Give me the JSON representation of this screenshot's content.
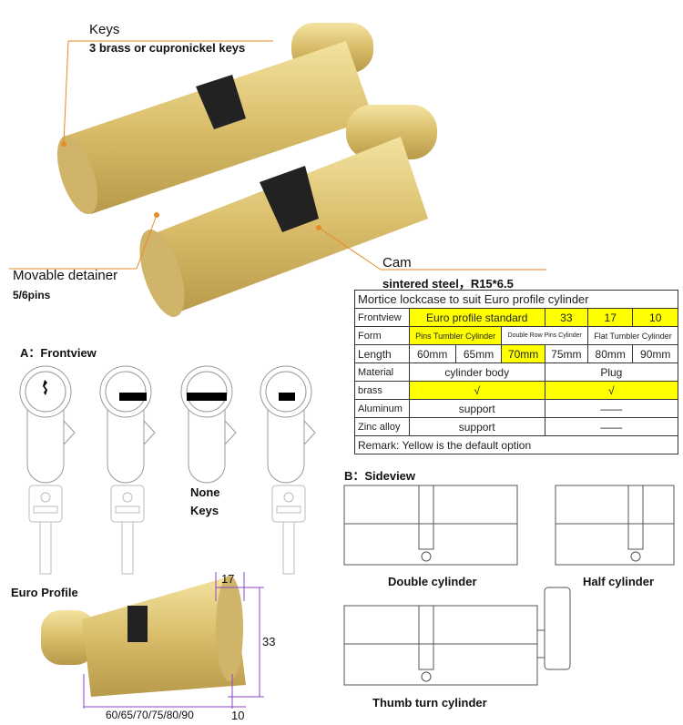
{
  "callouts": {
    "keys_title": "Keys",
    "keys_desc": "3 brass or cupronickel keys",
    "detainer_title": "Movable detainer",
    "detainer_desc": "5/6pins",
    "cam_title": "Cam",
    "cam_desc": "sintered steel，R15*6.5"
  },
  "table": {
    "title": "Mortice lockcase to suit Euro profile cylinder",
    "frontview": {
      "label": "Frontview",
      "values": [
        "Euro profile standard",
        "33",
        "17",
        "10"
      ]
    },
    "form": {
      "label": "Form",
      "values": [
        "Pins Tumbler Cylinder",
        "Double Row Pins Cylinder",
        "Flat Tumbler Cylinder"
      ]
    },
    "length": {
      "label": "Length",
      "values": [
        "60mm",
        "65mm",
        "70mm",
        "75mm",
        "80mm",
        "90mm"
      ]
    },
    "material": {
      "label": "Material",
      "values": [
        "cylinder body",
        "Plug"
      ]
    },
    "rows": [
      {
        "label": "brass",
        "body": "√",
        "plug": "√"
      },
      {
        "label": "Aluminum",
        "body": "support",
        "plug": "——"
      },
      {
        "label": "Zinc alloy",
        "body": "support",
        "plug": "——"
      }
    ],
    "remark": "Remark: Yellow is the default option",
    "highlight_color": "#ffff00"
  },
  "frontview": {
    "title": "A：Frontview",
    "none_keys_1": "None",
    "none_keys_2": "Keys",
    "euro_profile": "Euro Profile"
  },
  "sideview": {
    "title": "B：Sideview",
    "double": "Double cylinder",
    "half": "Half cylinder",
    "thumb": "Thumb turn cylinder"
  },
  "dimensions": {
    "width": "17",
    "height": "33",
    "cam": "10",
    "lengths": "60/65/70/75/80/90"
  }
}
